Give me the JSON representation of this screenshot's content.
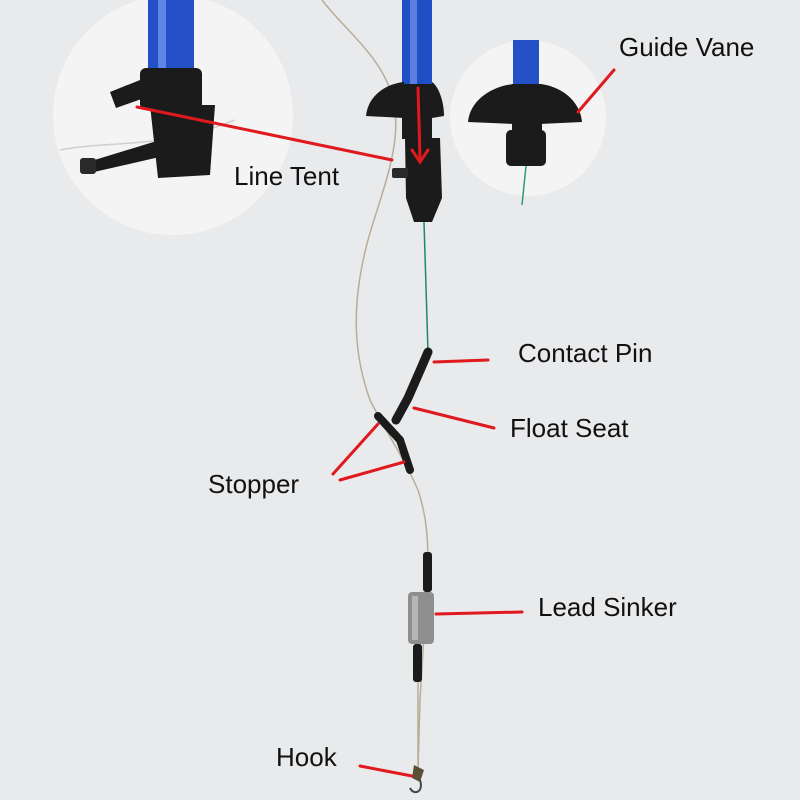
{
  "labels": {
    "guide_vane": "Guide Vane",
    "line_tent": "Line Tent",
    "contact_pin": "Contact Pin",
    "float_seat": "Float Seat",
    "stopper": "Stopper",
    "lead_sinker": "Lead Sinker",
    "hook": "Hook"
  },
  "colors": {
    "background": "#e9eaec",
    "pointer": "#e0191f",
    "rod_blue": "#1f4fc4",
    "plastic_black": "#1b1b1b",
    "line_green": "#1c8a6a",
    "line_clear": "#b9ad98",
    "lead_gray": "#8e8e8e",
    "inset_bg": "#f4f4f4"
  }
}
